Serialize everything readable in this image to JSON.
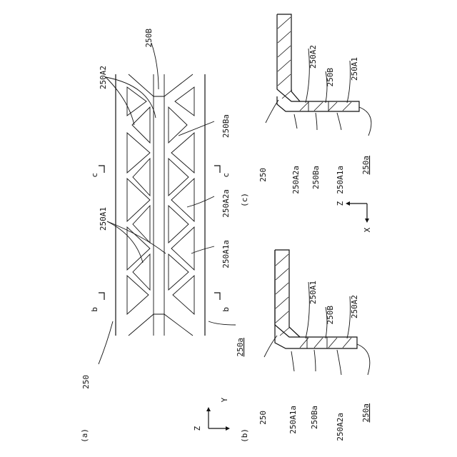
{
  "panels": {
    "a": "(a)",
    "b": "(b)",
    "c": "(c)"
  },
  "labels": {
    "ref_250_a": "250",
    "ref_250a_a": "250a",
    "ref_250A1_a": "250A1",
    "ref_250A2_a": "250A2",
    "ref_250B_a": "250B",
    "ref_250Ba_a": "250Ba",
    "ref_250A2a_a": "250A2a",
    "ref_250A1a_a": "250A1a",
    "section_b_top": "b",
    "section_b_bottom": "b",
    "section_c_top": "c",
    "section_c_bottom": "c",
    "ref_250_b": "250",
    "ref_250A1a_b": "250A1a",
    "ref_250Ba_b": "250Ba",
    "ref_250A2a_b": "250A2a",
    "ref_250a_b": "250a",
    "ref_250A1_b": "250A1",
    "ref_250B_b": "250B",
    "ref_250A2_b": "250A2",
    "ref_250_c": "250",
    "ref_250A2a_c": "250A2a",
    "ref_250Ba_c": "250Ba",
    "ref_250A1a_c": "250A1a",
    "ref_250a_c": "250a",
    "ref_250A2_c": "250A2",
    "ref_250B_c": "250B",
    "ref_250A1_c": "250A1"
  },
  "axes_a": {
    "z": "Z",
    "y": "Y"
  },
  "axes_c": {
    "z": "Z",
    "x": "X"
  }
}
